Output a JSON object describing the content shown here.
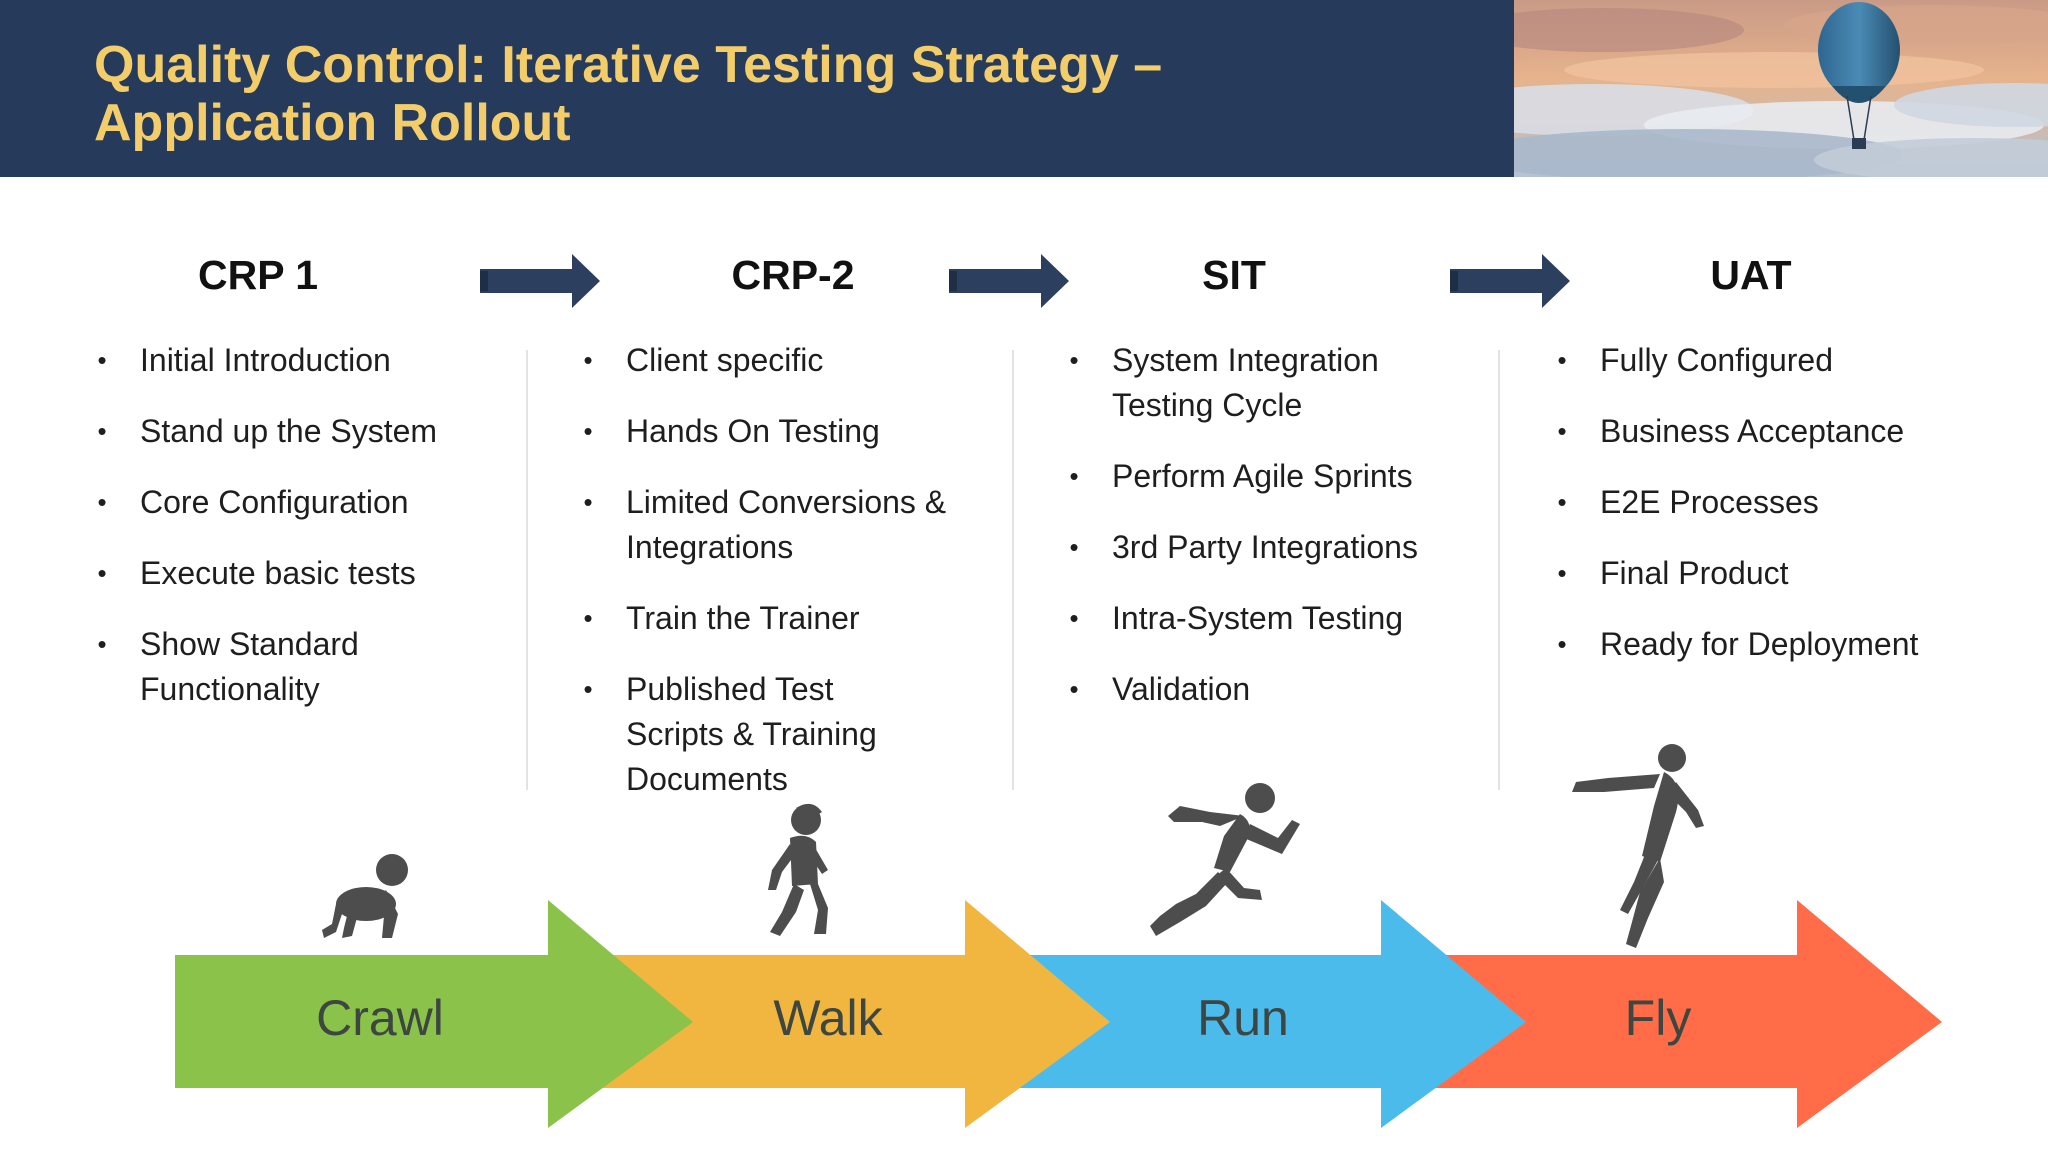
{
  "slide": {
    "title_line1": "Quality Control: Iterative Testing Strategy –",
    "title_line2": "Application Rollout"
  },
  "phases": [
    {
      "heading": "CRP 1",
      "items": [
        "Initial Introduction",
        "Stand up the System",
        "Core Configuration",
        "Execute basic tests",
        "Show Standard Functionality"
      ]
    },
    {
      "heading": "CRP-2",
      "items": [
        "Client specific",
        "Hands On Testing",
        "Limited Conversions & Integrations",
        "Train the Trainer",
        "Published Test Scripts & Training Documents"
      ]
    },
    {
      "heading": "SIT",
      "items": [
        "System Integration Testing Cycle",
        "Perform Agile Sprints",
        "3rd Party Integrations",
        "Intra-System Testing",
        "Validation"
      ]
    },
    {
      "heading": "UAT",
      "items": [
        "Fully Configured",
        "Business Acceptance",
        "E2E Processes",
        "Final Product",
        "Ready for Deployment"
      ]
    }
  ],
  "bullet_glyph": "•",
  "stages": [
    {
      "label": "Crawl",
      "color": "#8bc34a",
      "figure_icon": "crawling-baby-icon"
    },
    {
      "label": "Walk",
      "color": "#f0b63f",
      "figure_icon": "walking-child-icon"
    },
    {
      "label": "Run",
      "color": "#4bbbeb",
      "figure_icon": "running-person-icon"
    },
    {
      "label": "Fly",
      "color": "#ff6c47",
      "figure_icon": "flying-person-icon"
    }
  ],
  "colors": {
    "banner": "#263a5c",
    "title": "#f2cd6a",
    "flow_arrow": "#2d3f5f",
    "figure": "#4d4d4d"
  },
  "banner_image_icon": "hot-air-balloon-icon"
}
